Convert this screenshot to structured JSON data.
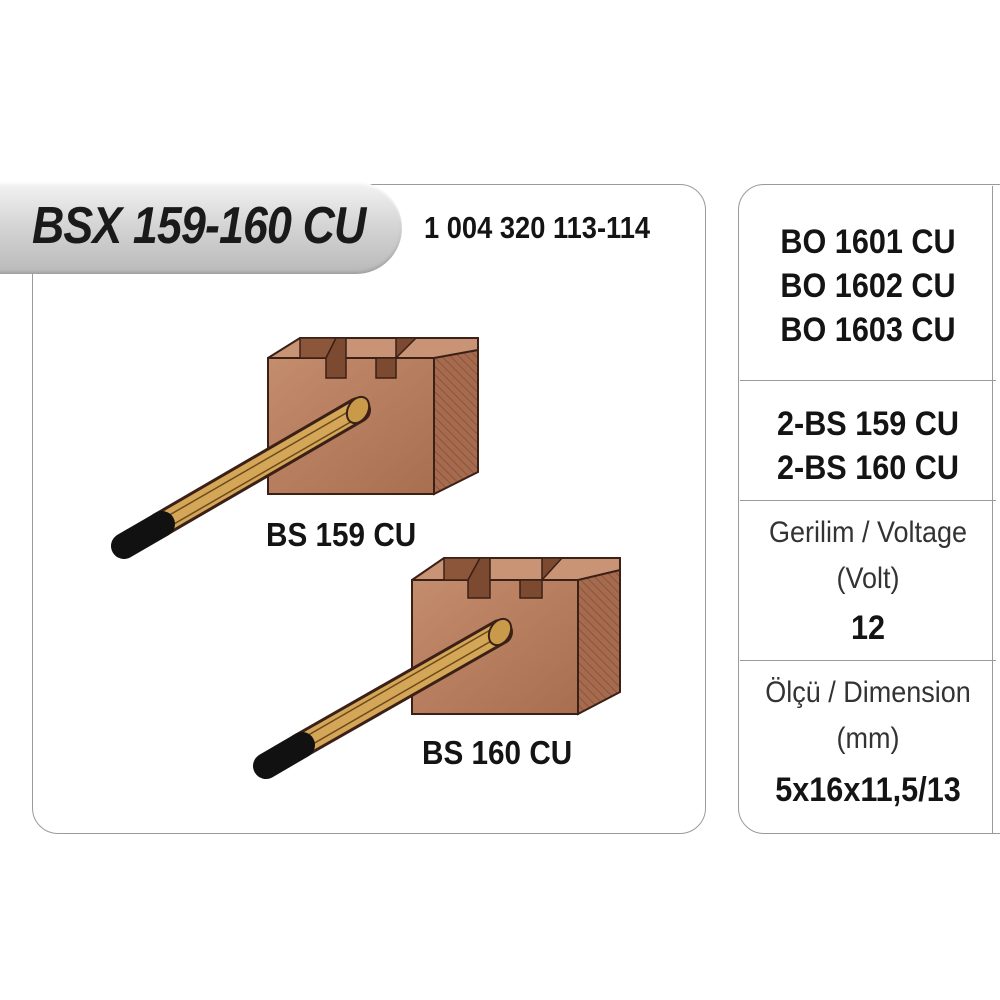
{
  "header": {
    "model": "BSX 159-160 CU",
    "part_number": "1 004 320 113-114"
  },
  "products": [
    {
      "label": "BS 159 CU"
    },
    {
      "label": "BS 160 CU"
    }
  ],
  "specs": {
    "brush_codes": [
      "BO 1601 CU",
      "BO 1602 CU",
      "BO 1603 CU"
    ],
    "brush_items": [
      "2-BS 159 CU",
      "2-BS 160 CU"
    ],
    "voltage": {
      "label": "Gerilim / Voltage",
      "unit": "(Volt)",
      "value": "12"
    },
    "dimension": {
      "label": "Ölçü / Dimension",
      "unit": "(mm)",
      "value": "5x16x11,5/13"
    }
  },
  "colors": {
    "copper_front": "#b37b5d",
    "copper_side": "#a0684c",
    "wire_gold": "#c89a4a",
    "border": "#9a9a9a"
  }
}
